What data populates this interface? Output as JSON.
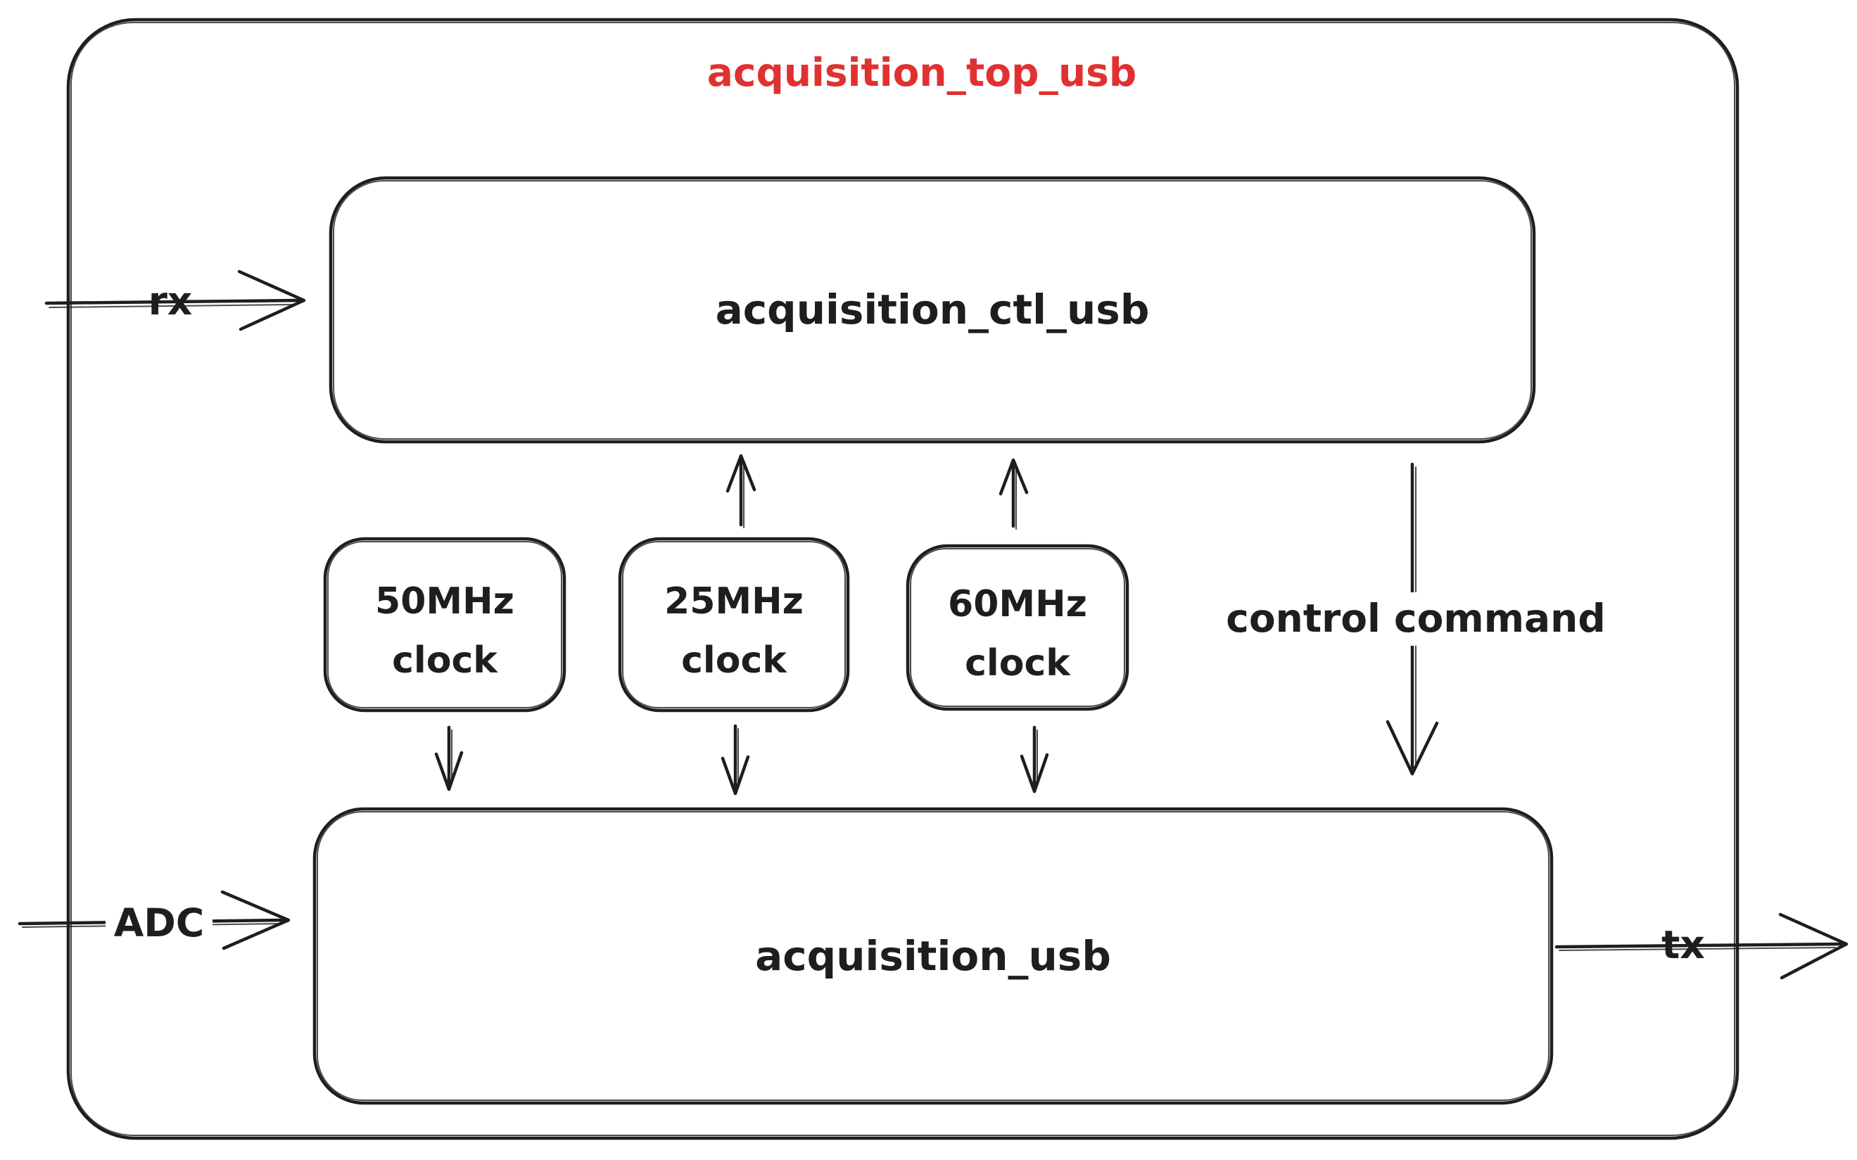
{
  "colors": {
    "stroke": "#1e1e1e",
    "title": "#e03131",
    "background": "#ffffff"
  },
  "title": "acquisition_top_usb",
  "blocks": {
    "ctl": {
      "label": "acquisition_ctl_usb"
    },
    "usb": {
      "label": "acquisition_usb"
    },
    "clocks": [
      {
        "freq": "50MHz",
        "word": "clock"
      },
      {
        "freq": "25MHz",
        "word": "clock"
      },
      {
        "freq": "60MHz",
        "word": "clock"
      }
    ]
  },
  "arrows": {
    "rx": "rx",
    "adc": "ADC",
    "tx": "tx",
    "control": "control command"
  }
}
